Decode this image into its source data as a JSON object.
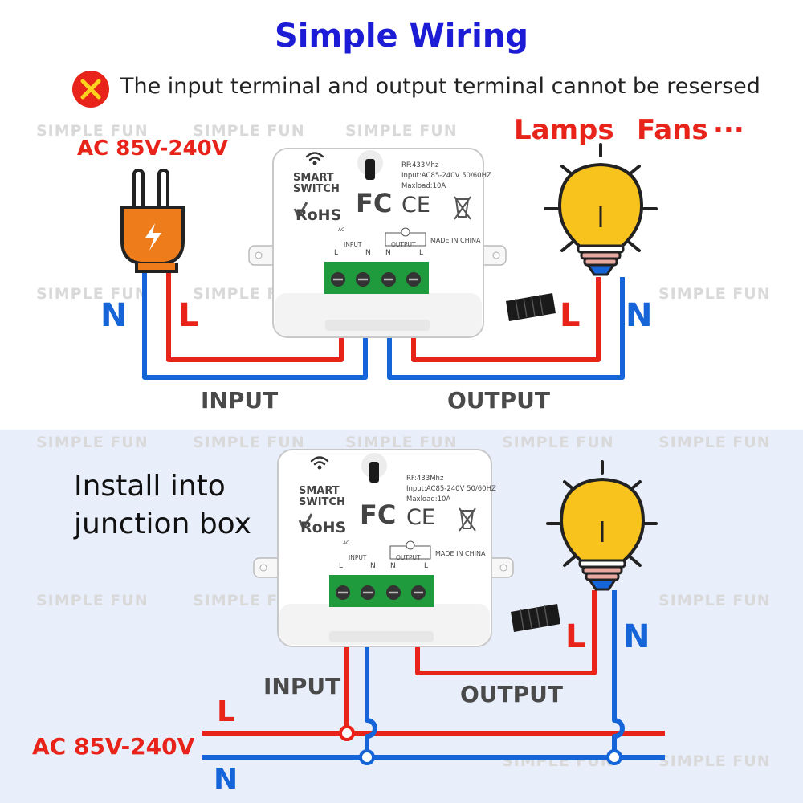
{
  "title": "Simple Wiring",
  "warning": "The input terminal and output terminal cannot be resersed",
  "watermark": "SIMPLE FUN",
  "top": {
    "ac_label": "AC 85V-240V",
    "loads_1": "Lamps",
    "loads_2": "Fans",
    "loads_more": "···",
    "n_left": "N",
    "l_left": "L",
    "l_right": "L",
    "n_right": "N",
    "input": "INPUT",
    "output": "OUTPUT"
  },
  "bottom": {
    "install_line1": "Install into",
    "install_line2": "junction box",
    "input": "INPUT",
    "output": "OUTPUT",
    "l_right": "L",
    "n_right": "N",
    "l_bus": "L",
    "n_bus": "N",
    "ac_label": "AC 85V-240V"
  },
  "device": {
    "smart_1": "SMART",
    "smart_2": "SWITCH",
    "rohs": "RoHS",
    "fc": "FC",
    "ce": "CE",
    "spec_rf": "RF:433Mhz",
    "spec_input": "Input:AC85-240V 50/60HZ",
    "spec_load": "Maxload:10A",
    "made": "MADE IN CHINA",
    "ac": "AC",
    "input": "INPUT",
    "output": "OUTPUT",
    "t_l1": "L",
    "t_n1": "N",
    "t_n2": "N",
    "t_l2": "L"
  },
  "colors": {
    "live": "#e8231a",
    "neutral": "#1565d8",
    "title": "#1c1cd6",
    "bulb": "#f7c31c",
    "terminal": "#1f9a3c"
  }
}
